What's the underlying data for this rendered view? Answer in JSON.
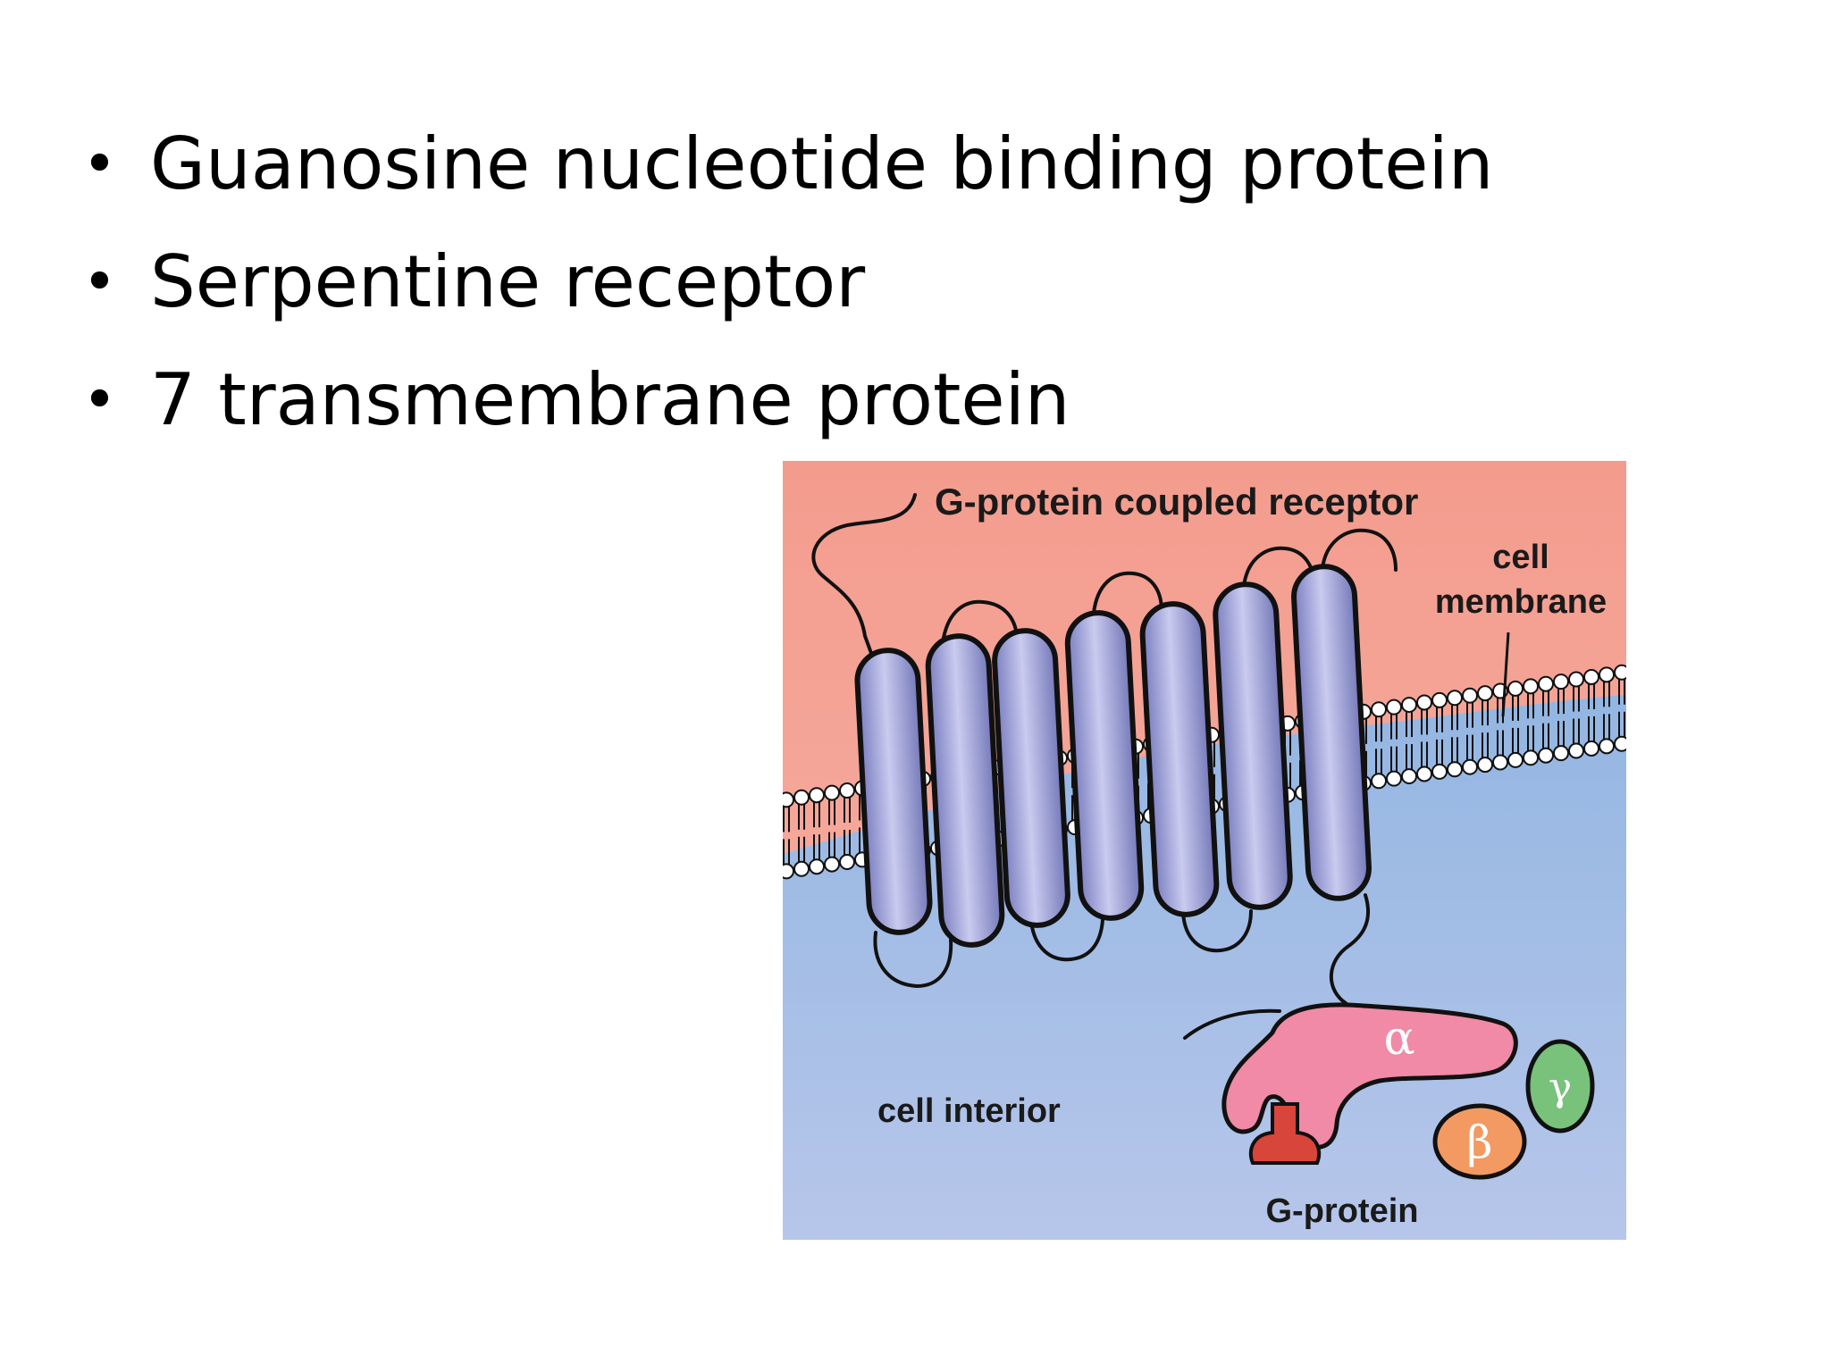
{
  "slide": {
    "bullet_glyph": "•",
    "bullets": [
      "Guanosine nucleotide binding protein",
      "Serpentine receptor",
      "7 transmembrane protein"
    ]
  },
  "figure": {
    "title_label": "G-protein coupled receptor",
    "membrane_label_line1": "cell",
    "membrane_label_line2": "membrane",
    "interior_label": "cell interior",
    "gprotein_label": "G-protein",
    "alpha_symbol": "α",
    "beta_symbol": "β",
    "gamma_symbol": "γ",
    "colors": {
      "exterior": "#f3a092",
      "interior": "#9fbde4",
      "helix": "#8f92cc",
      "alpha_subunit": "#f08aa6",
      "beta_subunit": "#f39a62",
      "gamma_subunit": "#78c27c",
      "gdp_anchor": "#d8453a",
      "outline": "#111111"
    }
  }
}
